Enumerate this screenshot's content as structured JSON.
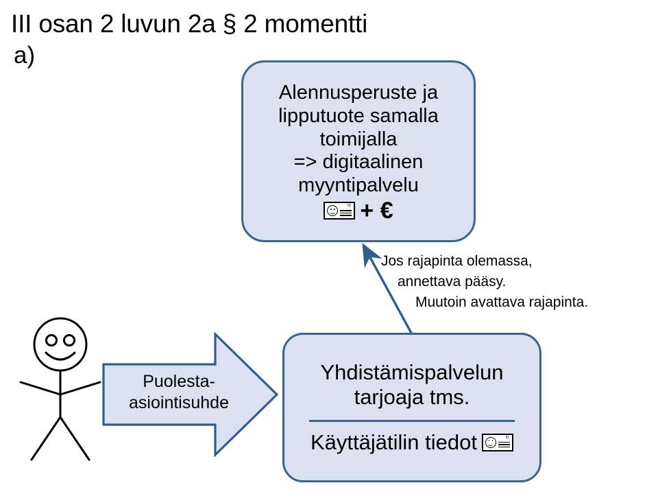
{
  "slide": {
    "title": "III osan 2 luvun 2a § 2 momentti",
    "subtitle": "a)"
  },
  "colors": {
    "box_fill": "#dbe1f0",
    "box_border": "#3b6491",
    "connector": "#2e5f8f",
    "arrow_fill": "#dbe1f0",
    "arrow_border": "#2e5f8f",
    "text": "#000000",
    "background": "#ffffff"
  },
  "top_box": {
    "name": "digital-sales-service-box",
    "lines": [
      "Alennusperuste  ja",
      "lipputuote  samalla",
      "toimijalla",
      "=> digitaalinen",
      "myyntipalvelu"
    ],
    "icon": "id-card-icon",
    "icon_label": "ID",
    "suffix": "+ €"
  },
  "bottom_box": {
    "name": "aggregator-service-box",
    "lines": [
      "Yhdistämispalvelun",
      "tarjoaja tms."
    ],
    "divider": "________________",
    "account_label": "Käyttäjätilin tiedot",
    "icon": "id-card-icon",
    "icon_label": "ID"
  },
  "annotation": {
    "lines": [
      "Jos rajapinta olemassa,",
      "annettava pääsy.",
      "Muutoin avattava rajapinta."
    ]
  },
  "block_arrow": {
    "label_lines": [
      "Puolesta-",
      "asiointisuhde"
    ]
  },
  "stick_figure": {
    "name": "person-stick-figure",
    "expression": "smiling"
  }
}
